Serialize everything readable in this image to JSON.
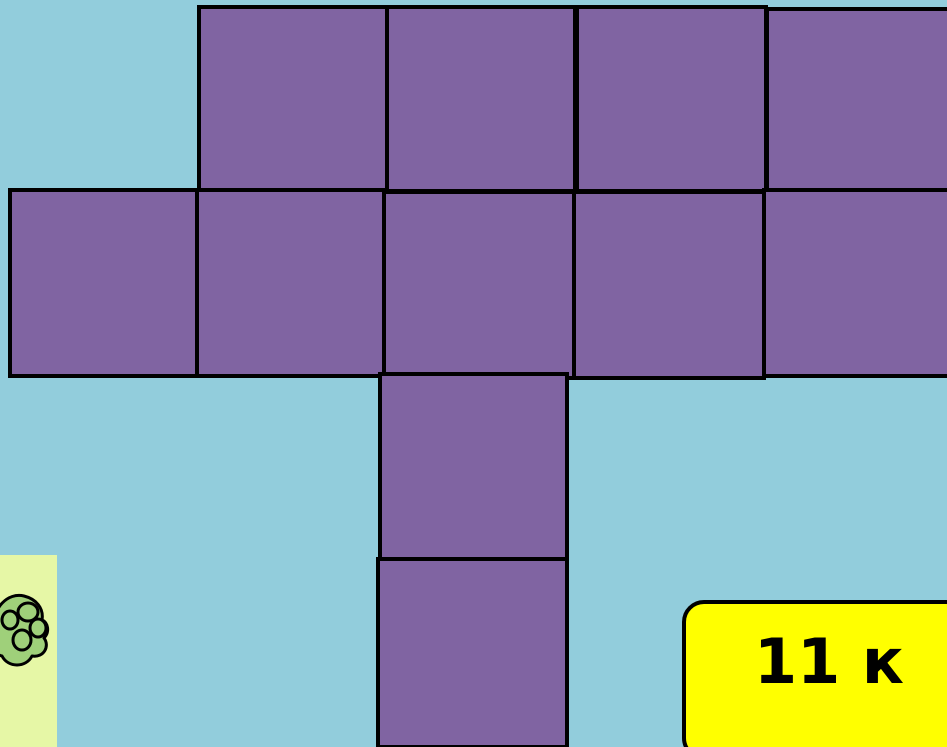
{
  "colors": {
    "background": "#92cddc",
    "square_fill": "#8064a2",
    "square_border": "#000000",
    "badge_fill": "#ffff00",
    "thumb_card": "#e6f7a6",
    "thumb_icon": "#9fd07a"
  },
  "figure": {
    "square_count_rows": [
      4,
      5,
      1,
      1
    ]
  },
  "answer_badge": {
    "text": "11 к"
  },
  "thumb": {
    "icon": "lettuce-icon"
  }
}
